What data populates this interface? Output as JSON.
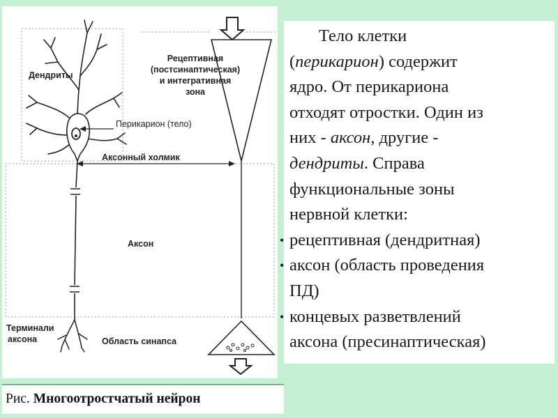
{
  "diagram": {
    "labels": {
      "dendrites": "Дендриты",
      "receptive_1": "Рецептивная",
      "receptive_2": "(постсинаптическая)",
      "receptive_3": "и интегративная",
      "receptive_4": "зона",
      "perikaryon": "Перикарион (тело)",
      "axon_hillock": "Аксонный холмик",
      "axon": "Аксон",
      "terminals_1": "Терминали",
      "terminals_2": "аксона",
      "synapse_area": "Область синапса"
    },
    "colors": {
      "line": "#222222",
      "dashed": "#999999",
      "arrow_fill": "#ffffff"
    }
  },
  "description": {
    "lines": [
      {
        "parts": [
          {
            "t": "Тело клетки"
          }
        ]
      },
      {
        "parts": [
          {
            "t": "("
          },
          {
            "t": "перикарион",
            "i": true
          },
          {
            "t": ") содержит"
          }
        ]
      },
      {
        "parts": [
          {
            "t": "ядро. От перикариона"
          }
        ]
      },
      {
        "parts": [
          {
            "t": "отходят отростки. Один из"
          }
        ]
      },
      {
        "parts": [
          {
            "t": "них - "
          },
          {
            "t": "аксон",
            "i": true
          },
          {
            "t": ", другие -"
          }
        ]
      },
      {
        "parts": [
          {
            "t": "дендриты",
            "i": true
          },
          {
            "t": ". Справа"
          }
        ]
      },
      {
        "parts": [
          {
            "t": "функциональные зоны"
          }
        ]
      },
      {
        "parts": [
          {
            "t": "нервной клетки:"
          }
        ]
      }
    ],
    "bullets": [
      {
        "lines": [
          "рецептивная (дендритная)"
        ]
      },
      {
        "lines": [
          "аксон (область проведения",
          "ПД)"
        ]
      },
      {
        "lines": [
          "концевых разветвлений",
          "аксона (пресинаптическая)"
        ]
      }
    ]
  },
  "caption": {
    "prefix": "Рис. ",
    "title": "Многоотростчатый нейрон"
  }
}
